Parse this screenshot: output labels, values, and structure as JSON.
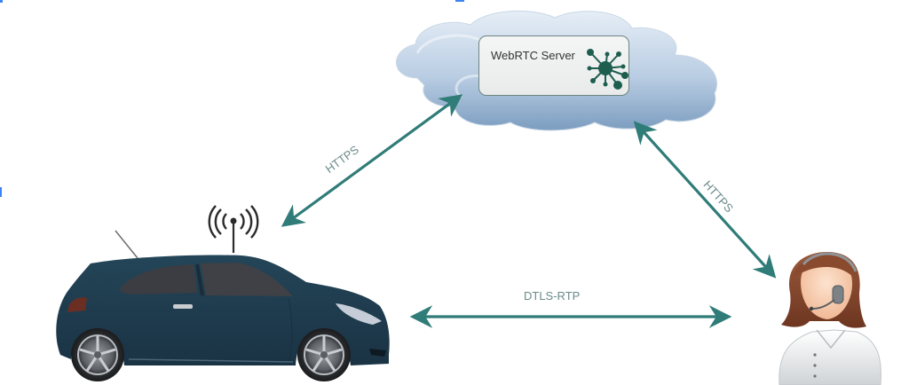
{
  "diagram": {
    "title": "WebRTC vehicle-to-operator architecture",
    "server": {
      "label": "WebRTC Server",
      "icon": "network-hub-icon"
    },
    "links": [
      {
        "id": "car-server",
        "label": "HTTPS",
        "from": "car",
        "to": "server",
        "bidirectional": true
      },
      {
        "id": "server-operator",
        "label": "HTTPS",
        "from": "server",
        "to": "operator",
        "bidirectional": true
      },
      {
        "id": "car-operator",
        "label": "DTLS-RTP",
        "from": "car",
        "to": "operator",
        "bidirectional": true
      }
    ],
    "nodes": {
      "cloud": {
        "icon": "cloud-icon"
      },
      "car": {
        "icon": "car-icon",
        "antenna_icon": "wireless-antenna-icon"
      },
      "operator": {
        "icon": "operator-headset-icon"
      }
    }
  },
  "colors": {
    "arrow": "#2f7c78",
    "label": "#6b8a8a",
    "car_body": "#1f3b4d",
    "cloud_light": "#dbe6f1",
    "cloud_dark": "#7f9fc1",
    "hub": "#1d5e4e",
    "selection": "#3b82f6"
  }
}
